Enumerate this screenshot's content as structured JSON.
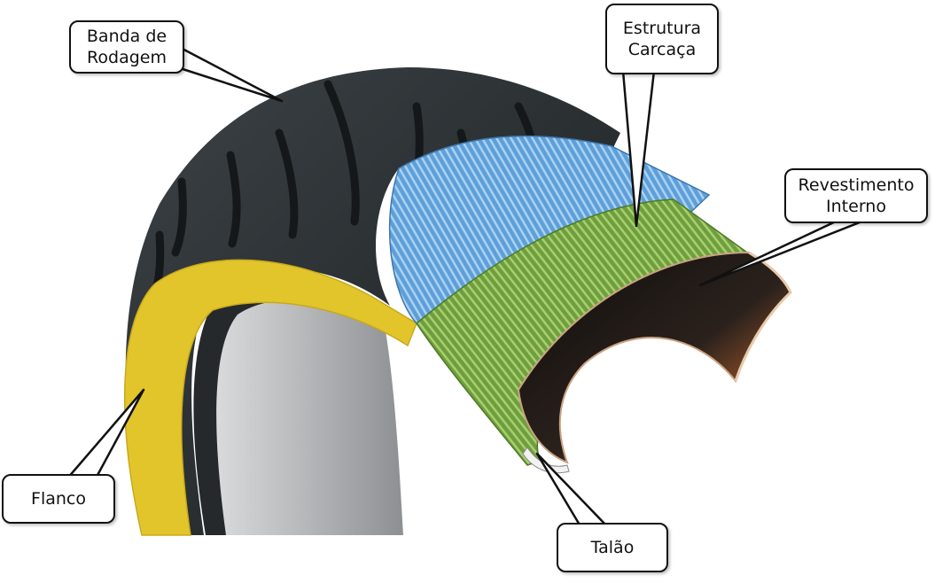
{
  "labels": {
    "tread": [
      "Banda de",
      "Rodagem"
    ],
    "carcass": [
      "Estrutura",
      "Carcaça"
    ],
    "inner_liner": [
      "Revestimento",
      "Interno"
    ],
    "sidewall": [
      "Flanco"
    ],
    "bead": [
      "Talão"
    ]
  },
  "colors": {
    "tread_rubber": "#2b3033",
    "sidewall_yellow": "#e2c52a",
    "carcass_blue": "#5f9fd9",
    "belt_green": "#7fae4a",
    "liner_dark": "#1e1a18",
    "liner_orange": "#c8743a"
  }
}
